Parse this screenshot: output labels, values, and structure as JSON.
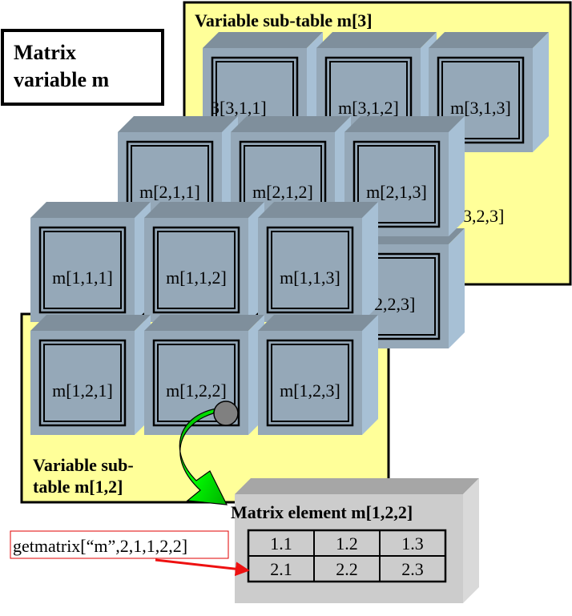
{
  "title_box": {
    "line1": "Matrix",
    "line2": "variable m"
  },
  "subtable3": {
    "label": "Variable sub-table m[3]"
  },
  "subtable12": {
    "line1": "Variable sub-",
    "line2": "table m[1,2]"
  },
  "cubes": {
    "m311": "3[3,1,1]",
    "m312": "m[3,1,2]",
    "m313": "m[3,1,3]",
    "m323": "3,2,3]",
    "m211": "m[2,1,1]",
    "m212": "m[2,1,2]",
    "m213": "m[2,1,3]",
    "m223": "2,2,3]",
    "m111": "m[1,1,1]",
    "m112": "m[1,1,2]",
    "m113": "m[1,1,3]",
    "m121": "m[1,2,1]",
    "m122": "m[1,2,2]",
    "m123": "m[1,2,3]"
  },
  "element": {
    "title": "Matrix element m[1,2,2]",
    "rows": [
      [
        "1.1",
        "1.2",
        "1.3"
      ],
      [
        "2.1",
        "2.2",
        "2.3"
      ]
    ]
  },
  "call": {
    "text": "getmatrix[“m”,2,1,1,2,2]"
  },
  "colors": {
    "yellow": "#ffff99",
    "cube_front": "#95a8b8",
    "cube_top": "#7f8f9c",
    "cube_side": "#a7c0d5",
    "element_front": "#cccccc",
    "element_top": "#a6a6a6",
    "arrow_green": "#00dd00",
    "arrow_red": "#ee1111",
    "dot": "#808080"
  }
}
